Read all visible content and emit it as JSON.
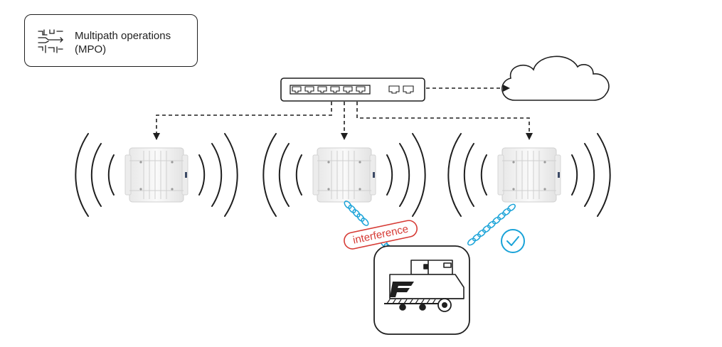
{
  "legend": {
    "icon": "multipath-routing-icon",
    "title_line1": "Multipath operations",
    "title_line2": "(MPO)"
  },
  "labels": {
    "interference": "interference"
  },
  "icons": {
    "switch": "network-switch-icon",
    "cloud": "cloud-icon",
    "access_point": "wireless-access-point-icon",
    "vehicle": "autonomous-vehicle-icon",
    "success": "check-circle-icon"
  },
  "colors": {
    "stroke": "#1f1f1f",
    "wireless_link": "#1aa3d8",
    "interference": "#d63a34",
    "ap_body": "#f2f2f2"
  }
}
